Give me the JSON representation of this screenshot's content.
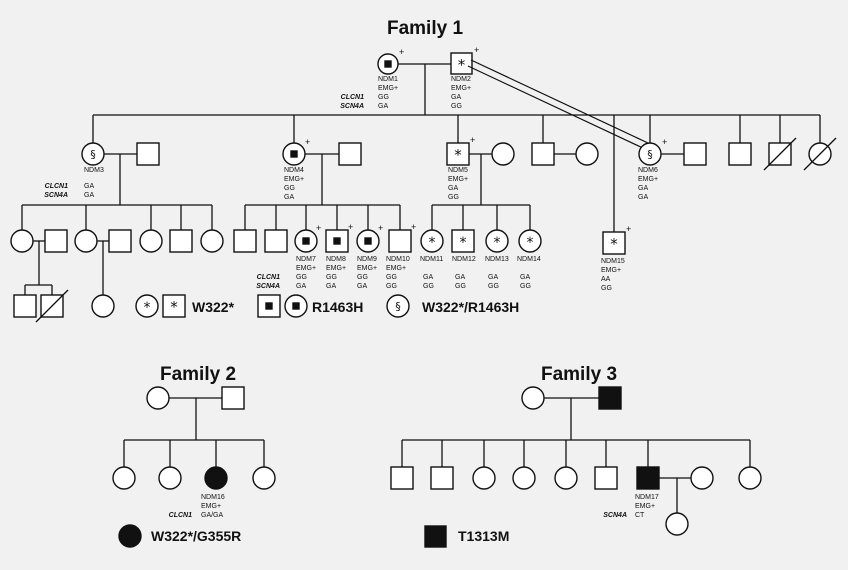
{
  "titles": {
    "family1": "Family 1",
    "family2": "Family 2",
    "family3": "Family 3"
  },
  "genes": {
    "clcn1": "CLCN1",
    "scn4a": "SCN4A"
  },
  "marks": {
    "plus": "+",
    "asterisk": "*",
    "section": "§"
  },
  "legend": {
    "w322": "W322*",
    "r1463h": "R1463H",
    "w322_r1463h": "W322*/R1463H",
    "w322_g355r": "W322*/G355R",
    "t1313m": "T1313M"
  },
  "individuals": {
    "ndm1": {
      "id": "NDM1",
      "emg": "EMG+",
      "clcn1": "GG",
      "scn4a": "GA"
    },
    "ndm2": {
      "id": "NDM2",
      "emg": "EMG+",
      "clcn1": "GA",
      "scn4a": "GG"
    },
    "ndm3": {
      "id": "NDM3",
      "clcn1": "GA",
      "scn4a": "GA"
    },
    "ndm4": {
      "id": "NDM4",
      "emg": "EMG+",
      "clcn1": "GG",
      "scn4a": "GA"
    },
    "ndm5": {
      "id": "NDM5",
      "emg": "EMG+",
      "clcn1": "GA",
      "scn4a": "GG"
    },
    "ndm6": {
      "id": "NDM6",
      "emg": "EMG+",
      "clcn1": "GA",
      "scn4a": "GA"
    },
    "ndm7": {
      "id": "NDM7",
      "emg": "EMG+",
      "clcn1": "GG",
      "scn4a": "GA"
    },
    "ndm8": {
      "id": "NDM8",
      "emg": "EMG+",
      "clcn1": "GG",
      "scn4a": "GA"
    },
    "ndm9": {
      "id": "NDM9",
      "emg": "EMG+",
      "clcn1": "GG",
      "scn4a": "GA"
    },
    "ndm10": {
      "id": "NDM10",
      "emg": "EMG+",
      "clcn1": "GG",
      "scn4a": "GG"
    },
    "ndm11": {
      "id": "NDM11",
      "clcn1": "GA",
      "scn4a": "GG"
    },
    "ndm12": {
      "id": "NDM12",
      "clcn1": "GA",
      "scn4a": "GG"
    },
    "ndm13": {
      "id": "NDM13",
      "clcn1": "GA",
      "scn4a": "GG"
    },
    "ndm14": {
      "id": "NDM14",
      "clcn1": "GA",
      "scn4a": "GG"
    },
    "ndm15": {
      "id": "NDM15",
      "emg": "EMG+",
      "clcn1": "AA",
      "scn4a": "GG"
    },
    "ndm16": {
      "id": "NDM16",
      "emg": "EMG+",
      "clcn1": "GA/GA"
    },
    "ndm17": {
      "id": "NDM17",
      "emg": "EMG+",
      "scn4a": "CT"
    }
  }
}
